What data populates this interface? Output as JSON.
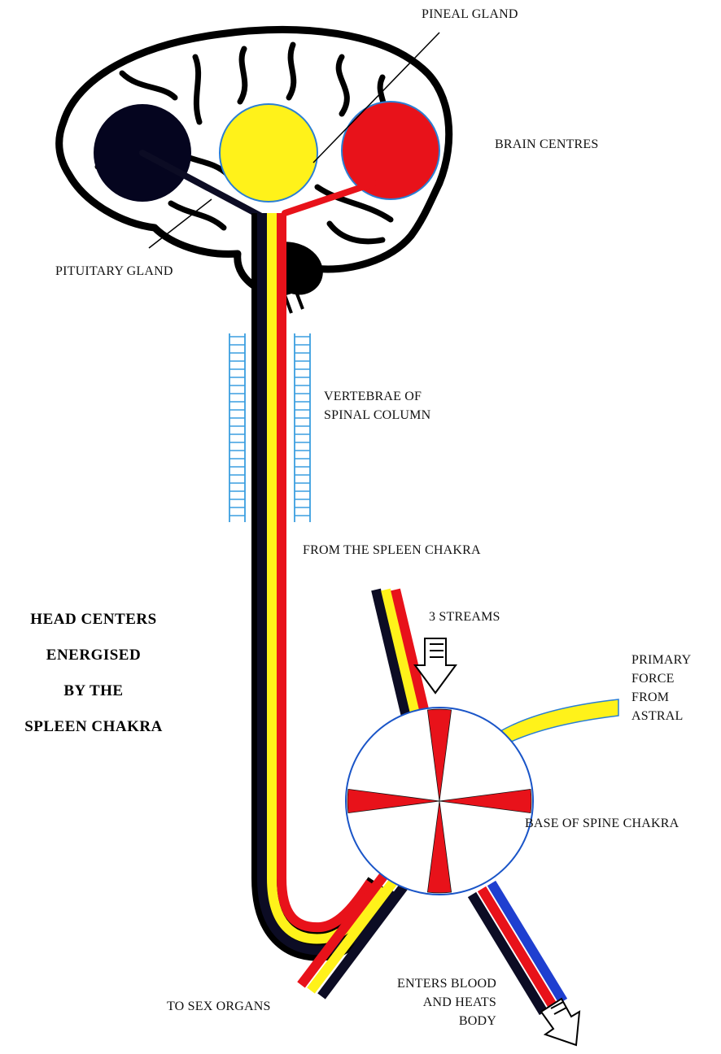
{
  "colors": {
    "black_stream": "#0c0c24",
    "yellow_stream": "#fff21a",
    "red_stream": "#e8121a",
    "blue_stream": "#1f3fd0",
    "vertebrae": "#3a9ee0",
    "outline": "#000000"
  },
  "labels": {
    "pineal_gland": "PINEAL GLAND",
    "brain_centres": "BRAIN CENTRES",
    "pituitary_gland": "PITUITARY GLAND",
    "vertebrae": [
      "VERTEBRAE OF",
      "SPINAL COLUMN"
    ],
    "from_spleen": "FROM THE SPLEEN CHAKRA",
    "three_streams": "3 STREAMS",
    "primary_force": [
      "PRIMARY",
      "FORCE",
      "FROM",
      "ASTRAL"
    ],
    "base_of_spine": "BASE OF SPINE CHAKRA",
    "to_sex_organs": "TO SEX ORGANS",
    "enters_blood": [
      "ENTERS BLOOD",
      "AND HEATS",
      "BODY"
    ]
  },
  "title": [
    "HEAD CENTERS",
    "ENERGISED",
    "BY THE",
    "SPLEEN CHAKRA"
  ],
  "icons": [
    "brain-icon",
    "arrow-down-icon",
    "arrow-down-right-icon"
  ]
}
